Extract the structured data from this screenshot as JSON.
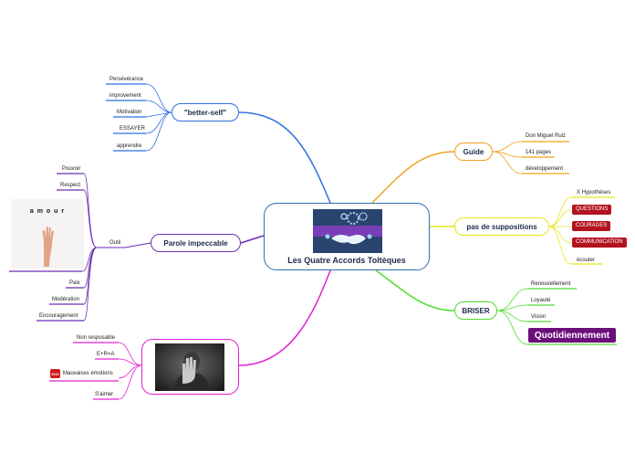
{
  "central": {
    "title": "Les Quatre Accords Toltèques"
  },
  "branches": {
    "better_self": {
      "label": "\"better-self\"",
      "children": [
        "Persévérance",
        "improvement",
        "Motivation",
        "ESSAYER",
        "apprendre"
      ]
    },
    "parole": {
      "label": "Parole impeccable",
      "outil": "Outil",
      "image_text": "a m o u r",
      "top_children": [
        "Pouvoir",
        "Respect"
      ],
      "bottom_children": [
        "Paix",
        "Modération",
        "Encouragement"
      ]
    },
    "pink": {
      "children": [
        "Non resposable",
        "E+R=A",
        "Mauvaises émotions",
        "S'aimer"
      ],
      "sos": "SOS"
    },
    "guide": {
      "label": "Guide",
      "children": [
        "Don Miguel Ruiz",
        "141 pages",
        "développement"
      ]
    },
    "suppositions": {
      "label": "pas de suppositions",
      "children": [
        "X Hypothèses",
        "QUESTIONS",
        "COURAGES",
        "COMMUNICATION",
        "écouter"
      ]
    },
    "briser": {
      "label": "BRISER",
      "children": [
        "Renouvellement",
        "Loyauté",
        "Vision",
        "Quotidiennement"
      ]
    }
  },
  "colors": {
    "blue": "#2f6fe0",
    "purple": "#6a2fb0",
    "magenta": "#e020d0",
    "orange": "#f0a020",
    "yellow": "#e6e61a",
    "green": "#4fdc30",
    "tag_red": "#b3121f",
    "quotidien_purple": "#6c0f7a"
  }
}
